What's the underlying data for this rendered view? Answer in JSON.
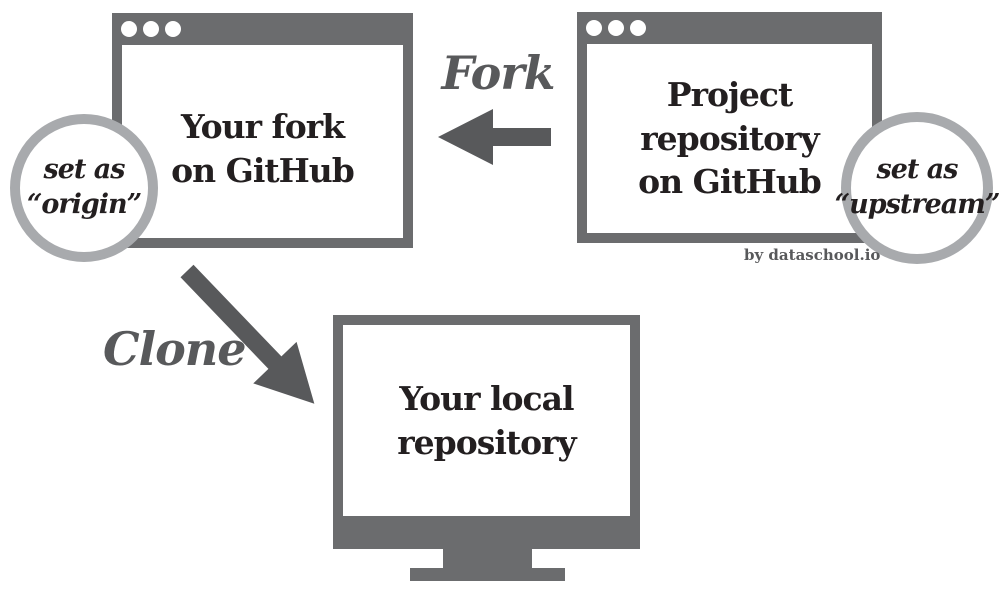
{
  "diagram": {
    "credit": "by dataschool.io",
    "colors": {
      "frame_gray": "#6b6c6e",
      "arrow_gray": "#58595b",
      "badge_border_gray": "#a8aaad",
      "text_dark": "#231f20",
      "background": "#ffffff"
    },
    "nodes": {
      "fork_window": {
        "label": "Your fork\non GitHub",
        "window_dots": 3
      },
      "project_window": {
        "label": "Project\nrepository\non GitHub",
        "window_dots": 3
      },
      "local_repo": {
        "label": "Your local\nrepository"
      }
    },
    "badges": {
      "origin": {
        "label": "set as\n“origin”"
      },
      "upstream": {
        "label": "set as\n“upstream”"
      }
    },
    "arrows": {
      "fork": {
        "label": "Fork",
        "from": "project_window",
        "to": "fork_window",
        "direction": "left"
      },
      "clone": {
        "label": "Clone",
        "from": "fork_window",
        "to": "local_repo",
        "direction": "down-right"
      }
    }
  }
}
